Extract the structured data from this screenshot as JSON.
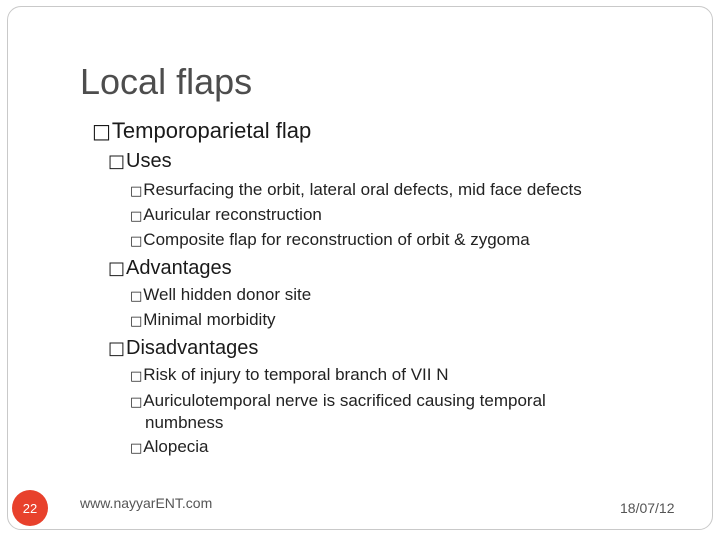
{
  "slide": {
    "title": "Local flaps",
    "bullet_glyph": "□",
    "items": [
      {
        "level": 1,
        "text": "Temporoparietal flap"
      },
      {
        "level": 2,
        "text": "Uses"
      },
      {
        "level": 3,
        "text": "Resurfacing the orbit, lateral oral defects, mid face defects"
      },
      {
        "level": 3,
        "text": "Auricular reconstruction"
      },
      {
        "level": 3,
        "text": "Composite flap for reconstruction of orbit & zygoma"
      },
      {
        "level": 2,
        "text": "Advantages"
      },
      {
        "level": 3,
        "text": "Well hidden donor site"
      },
      {
        "level": 3,
        "text": "Minimal morbidity"
      },
      {
        "level": 2,
        "text": "Disadvantages"
      },
      {
        "level": 3,
        "text": "Risk of injury to temporal branch of VII N"
      },
      {
        "level": 3,
        "text": "Auriculotemporal nerve is sacrificed causing temporal"
      },
      {
        "level": 3,
        "text": "numbness",
        "continuation": true
      },
      {
        "level": 3,
        "text": "Alopecia"
      }
    ],
    "footer": {
      "page_number": "22",
      "url": "www.nayyarENT.com",
      "date": "18/07/12"
    },
    "colors": {
      "badge": "#e8412c",
      "title": "#4d4d4d"
    }
  }
}
